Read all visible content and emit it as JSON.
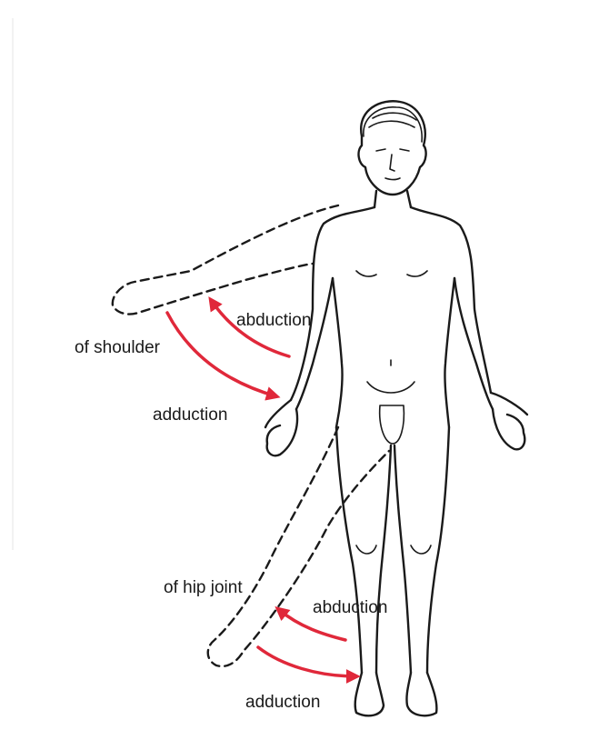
{
  "labels": {
    "shoulder_abduction": "abduction",
    "of_shoulder": "of shoulder",
    "shoulder_adduction": "adduction",
    "of_hip_joint": "of hip joint",
    "hip_abduction": "abduction",
    "hip_adduction": "adduction"
  },
  "colors": {
    "arrow": "#e0283a",
    "line": "#1a1a1a",
    "background": "#ffffff"
  }
}
